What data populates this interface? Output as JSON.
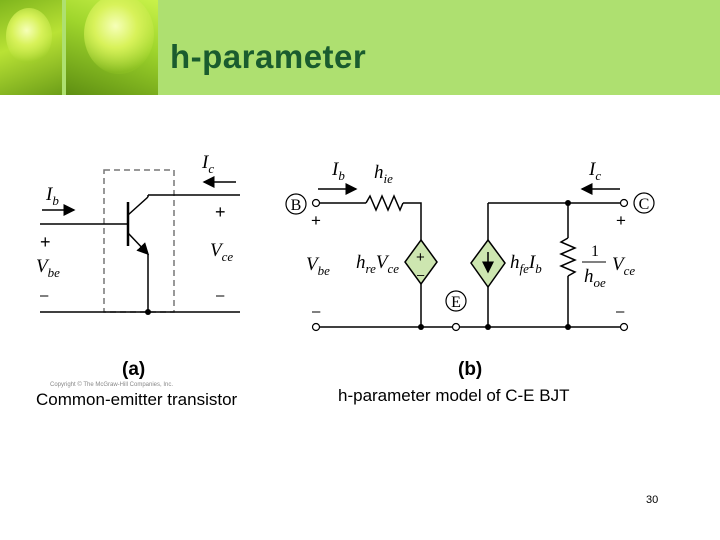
{
  "slide": {
    "title": "h-parameter",
    "page_number": "30",
    "copyright": "Copyright © The McGraw-Hill Companies, Inc."
  },
  "figure_a": {
    "label": "(a)",
    "caption": "Common-emitter transistor",
    "ic": {
      "main": "I",
      "sub": "c"
    },
    "ib": {
      "main": "I",
      "sub": "b"
    },
    "vbe": {
      "main": "V",
      "sub": "be"
    },
    "vce": {
      "main": "V",
      "sub": "ce"
    },
    "plus": "+",
    "minus": "–"
  },
  "figure_b": {
    "label": "(b)",
    "caption": "h-parameter model of C-E BJT",
    "node_b": "B",
    "node_c": "C",
    "node_e": "E",
    "ib": {
      "main": "I",
      "sub": "b"
    },
    "ic": {
      "main": "I",
      "sub": "c"
    },
    "hie": {
      "main": "h",
      "sub": "ie"
    },
    "vbe": {
      "main": "V",
      "sub": "be"
    },
    "vce": {
      "main": "V",
      "sub": "ce"
    },
    "hre_vce": {
      "h": "h",
      "hsub": "re",
      "v": "V",
      "vsub": "ce"
    },
    "hfe_ib": {
      "h": "h",
      "hsub": "fe",
      "i": "I",
      "isub": "b"
    },
    "hoe": {
      "num": "1",
      "main": "h",
      "sub": "oe"
    },
    "plus": "+",
    "minus": "–"
  }
}
